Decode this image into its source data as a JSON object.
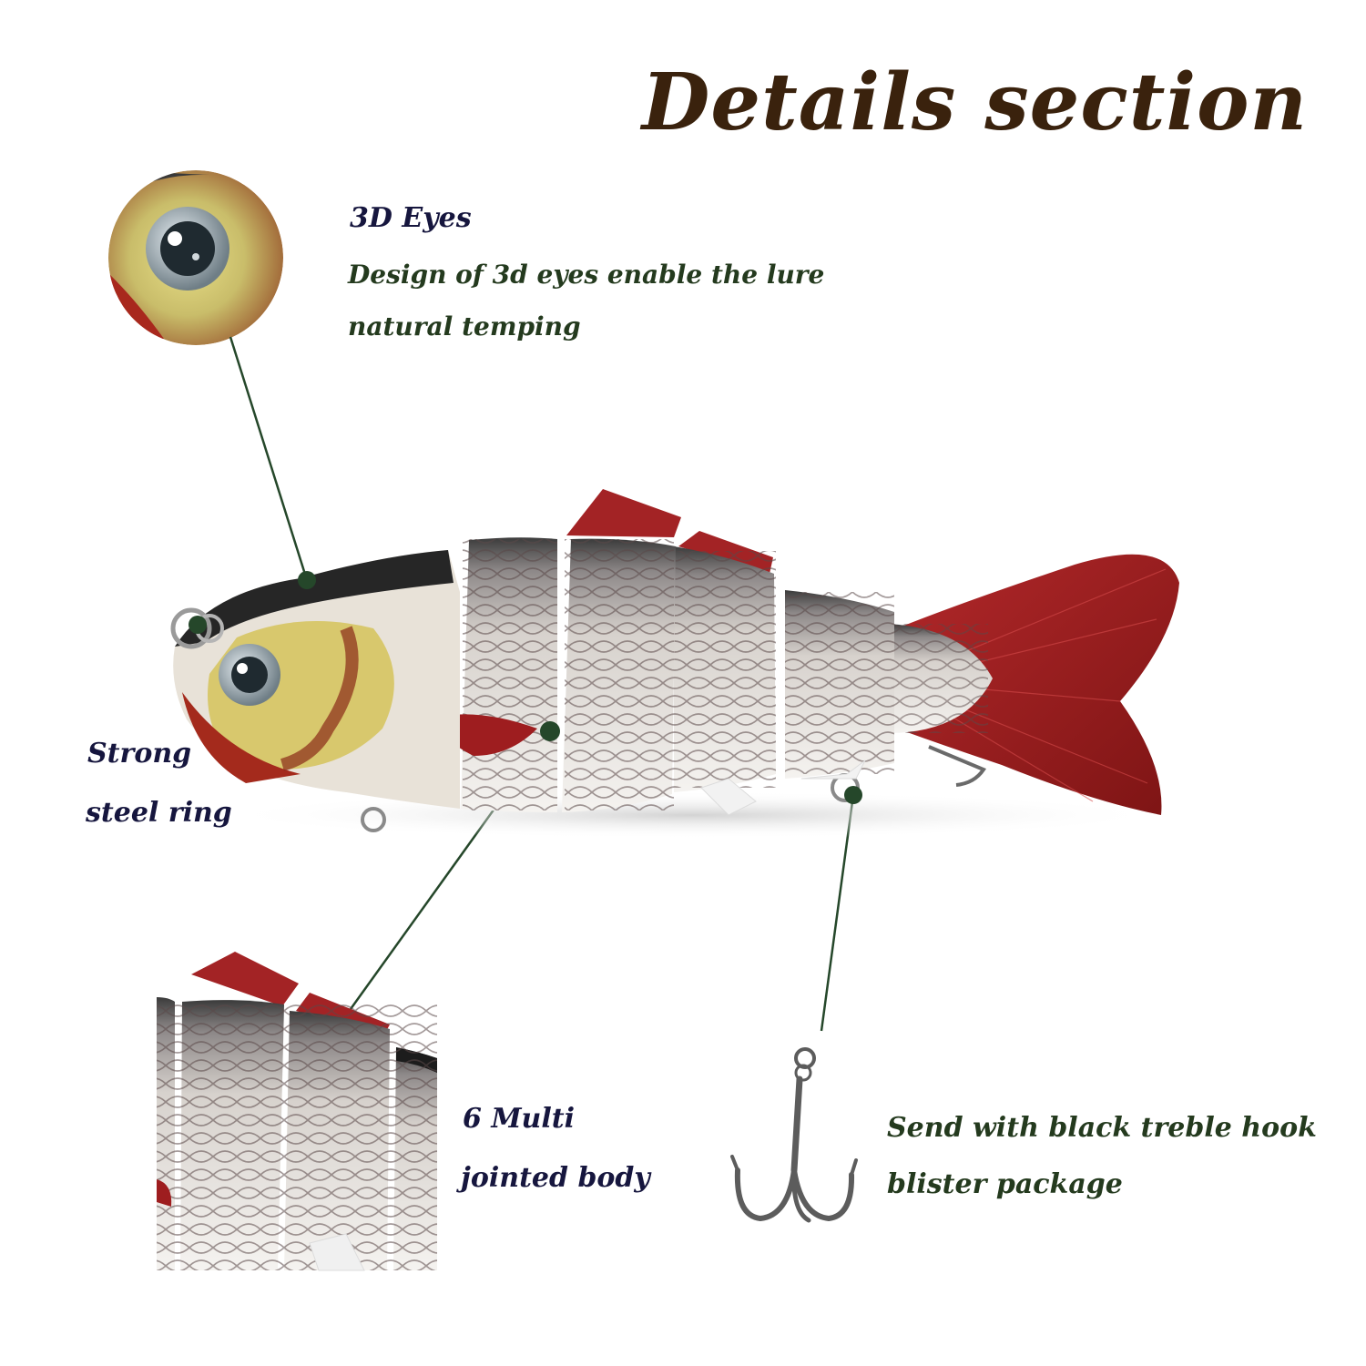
{
  "title": "Details section",
  "features": {
    "eyes": {
      "heading": "3D Eyes",
      "description_line1": "Design of 3d eyes enable the lure",
      "description_line2": "natural temping"
    },
    "ring": {
      "line1": "Strong",
      "line2": "steel ring"
    },
    "body": {
      "line1": "6 Multi",
      "line2": "jointed body"
    },
    "hook": {
      "line1": "Send with black treble hook",
      "line2": "blister package"
    }
  },
  "colors": {
    "title": "#3a220d",
    "heading_text": "#16163e",
    "description_text": "#243a1e",
    "callout_line": "#25472a",
    "fin_red": "#9c1c1c"
  }
}
